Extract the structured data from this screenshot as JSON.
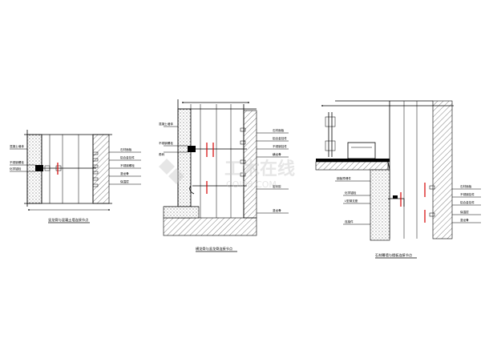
{
  "watermark": {
    "text": "工木在线",
    "url_text": "COI88.COM"
  },
  "details": [
    {
      "title": "竖龙骨与混凝土墙连接节点",
      "callouts_left": [
        "混凝土墙体",
        "不锈钢螺栓",
        "化学锚栓"
      ],
      "callouts_right": [
        "石材面板",
        "铝合金挂件",
        "不锈钢螺栓",
        "竖龙骨",
        "保温层"
      ],
      "dimension": "—"
    },
    {
      "title": "横龙骨与竖龙骨连接节点",
      "callouts_left": [
        "混凝土墙体",
        "不锈钢螺栓",
        "角码"
      ],
      "callouts_right": [
        "石材面板",
        "铝合金挂件",
        "不锈钢挂件",
        "横龙骨",
        "密封胶",
        "竖龙骨"
      ],
      "dimension": "—"
    },
    {
      "title": "石材幕墙与楼板连接节点",
      "callouts_left": [
        "钢板预埋件",
        "化学锚栓",
        "L型钢支座",
        "连接件"
      ],
      "callouts_right": [
        "石材面板",
        "不锈钢挂件",
        "铝合金挂件",
        "保温层",
        "竖龙骨"
      ],
      "dimension": "—"
    }
  ],
  "colors": {
    "line": "#000000",
    "accent": "#d40000",
    "background": "#ffffff"
  }
}
